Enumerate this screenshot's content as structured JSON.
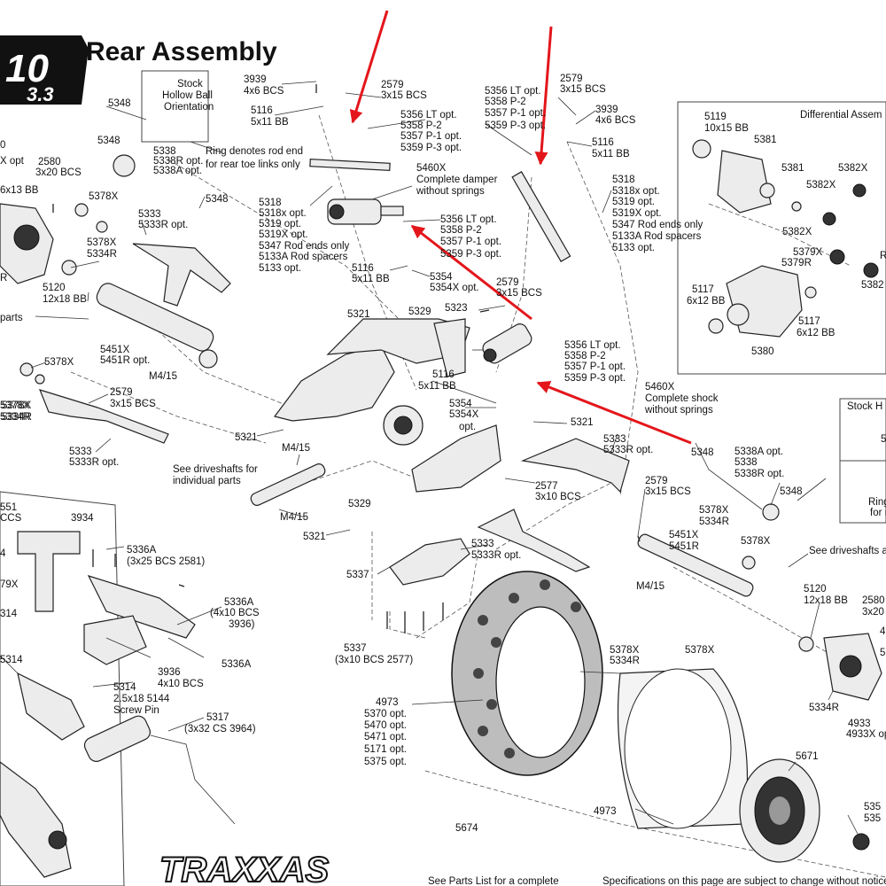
{
  "header": {
    "title": "Rear Assembly",
    "logo_lines": [
      "10",
      "3.3"
    ]
  },
  "callouts": [
    {
      "id": "c1",
      "lines": [
        "Stock",
        "Hollow Ball",
        "Orientation"
      ]
    },
    {
      "id": "c2",
      "lines": [
        "5338",
        "5338R opt.",
        "5338A opt."
      ]
    },
    {
      "id": "c3",
      "lines": [
        "Ring denotes rod end",
        "for rear toe links only"
      ]
    },
    {
      "id": "c4",
      "lines": [
        "5348"
      ]
    },
    {
      "id": "c5",
      "lines": [
        "5348"
      ]
    },
    {
      "id": "c6",
      "lines": [
        "3939",
        "4x6 BCS"
      ]
    },
    {
      "id": "c7",
      "lines": [
        "5116",
        "5x11 BB"
      ]
    },
    {
      "id": "c8",
      "lines": [
        "2579",
        "3x15 BCS"
      ]
    },
    {
      "id": "c9",
      "lines": [
        "5356 LT opt.",
        "5358 P-2",
        "5357 P-1 opt.",
        "5359 P-3 opt."
      ]
    },
    {
      "id": "c10",
      "lines": [
        "2580",
        "3x20 BCS"
      ]
    },
    {
      "id": "c11",
      "lines": [
        "6x13 BB"
      ]
    },
    {
      "id": "c12",
      "lines": [
        "5378X"
      ]
    },
    {
      "id": "c13",
      "lines": [
        "5348"
      ]
    },
    {
      "id": "c14",
      "lines": [
        "5378X",
        "5334R"
      ]
    },
    {
      "id": "c15",
      "lines": [
        "5333",
        "5333R opt."
      ]
    },
    {
      "id": "c16",
      "lines": [
        "5318",
        "5318x opt.",
        "5319 opt.",
        "5319X opt.",
        "5347 Rod ends only",
        "5133A Rod spacers",
        "5133 opt."
      ]
    },
    {
      "id": "c17",
      "lines": [
        "5460X",
        "Complete damper",
        "without springs"
      ]
    },
    {
      "id": "c18",
      "lines": [
        "5356 LT opt.",
        "5358 P-2",
        "5357 P-1 opt.",
        "5359 P-3 opt."
      ]
    },
    {
      "id": "c19",
      "lines": [
        "5116",
        "5x11 BB"
      ]
    },
    {
      "id": "c20",
      "lines": [
        "5354",
        "5354X opt."
      ]
    },
    {
      "id": "c21",
      "lines": [
        "5356 LT opt.",
        "5358 P-2",
        "5357 P-1 opt.",
        "5359 P-3 opt."
      ]
    },
    {
      "id": "c22",
      "lines": [
        "2579",
        "3x15 BCS"
      ]
    },
    {
      "id": "c23",
      "lines": [
        "3939",
        "4x6 BCS"
      ]
    },
    {
      "id": "c24",
      "lines": [
        "5116",
        "5x11 BB"
      ]
    },
    {
      "id": "c25",
      "lines": [
        "5318",
        "5318x opt.",
        "5319 opt.",
        "5319X opt.",
        "5347 Rod ends only",
        "5133A Rod spacers",
        "5133 opt."
      ]
    },
    {
      "id": "c26",
      "lines": [
        "5120",
        "12x18 BB"
      ]
    },
    {
      "id": "c27",
      "lines": [
        "parts"
      ]
    },
    {
      "id": "c28",
      "lines": [
        "5451X",
        "5451R opt."
      ]
    },
    {
      "id": "c29",
      "lines": [
        "M4/15"
      ]
    },
    {
      "id": "c30",
      "lines": [
        "5378X"
      ]
    },
    {
      "id": "c31",
      "lines": [
        "2579",
        "3x15 BCS"
      ]
    },
    {
      "id": "c32",
      "lines": [
        "5378X",
        "5334R"
      ]
    },
    {
      "id": "c33",
      "lines": [
        "5333",
        "5333R opt."
      ]
    },
    {
      "id": "c34",
      "lines": [
        "5321"
      ]
    },
    {
      "id": "c35",
      "lines": [
        "5329"
      ]
    },
    {
      "id": "c36",
      "lines": [
        "5323"
      ]
    },
    {
      "id": "c37",
      "lines": [
        "2579",
        "3x15 BCS"
      ]
    },
    {
      "id": "c38",
      "lines": [
        "5116",
        "5x11 BB"
      ]
    },
    {
      "id": "c39",
      "lines": [
        "5356 LT opt.",
        "5358 P-2",
        "5357 P-1 opt.",
        "5359 P-3 opt."
      ]
    },
    {
      "id": "c40",
      "lines": [
        "5354",
        "5354X",
        "opt."
      ]
    },
    {
      "id": "c41",
      "lines": [
        "5460X",
        "Complete shock",
        "without springs"
      ]
    },
    {
      "id": "c42",
      "lines": [
        "5321"
      ]
    },
    {
      "id": "c43",
      "lines": [
        "5321"
      ]
    },
    {
      "id": "c44",
      "lines": [
        "M4/15"
      ]
    },
    {
      "id": "c45",
      "lines": [
        "5333",
        "5333R opt."
      ]
    },
    {
      "id": "c46",
      "lines": [
        "5348"
      ]
    },
    {
      "id": "c47",
      "lines": [
        "5338A opt.",
        "5338",
        "5338R opt."
      ]
    },
    {
      "id": "c48",
      "lines": [
        "See driveshafts for",
        "individual parts"
      ]
    },
    {
      "id": "c49",
      "lines": [
        "M4/15"
      ]
    },
    {
      "id": "c50",
      "lines": [
        "5329"
      ]
    },
    {
      "id": "c51",
      "lines": [
        "2577",
        "3x10 BCS"
      ]
    },
    {
      "id": "c52",
      "lines": [
        "2579",
        "3x15 BCS"
      ]
    },
    {
      "id": "c53",
      "lines": [
        "5348"
      ]
    },
    {
      "id": "c54",
      "lines": [
        "5321"
      ]
    },
    {
      "id": "c55",
      "lines": [
        "5378X",
        "5334R"
      ]
    },
    {
      "id": "c56",
      "lines": [
        "5451X",
        "5451R"
      ]
    },
    {
      "id": "c57",
      "lines": [
        "5378X"
      ]
    },
    {
      "id": "c58",
      "lines": [
        "5333",
        "5333R opt."
      ]
    },
    {
      "id": "c59",
      "lines": [
        "5337"
      ]
    },
    {
      "id": "c60",
      "lines": [
        "M4/15"
      ]
    },
    {
      "id": "c61",
      "lines": [
        "See driveshafts as"
      ]
    },
    {
      "id": "c62",
      "lines": [
        "5120",
        "12x18 BB"
      ]
    },
    {
      "id": "c63",
      "lines": [
        "2580",
        "3x20"
      ]
    },
    {
      "id": "c64",
      "lines": [
        "5337",
        "(3x10 BCS 2577)"
      ]
    },
    {
      "id": "c65",
      "lines": [
        "5378X",
        "5334R"
      ]
    },
    {
      "id": "c66",
      "lines": [
        "5378X"
      ]
    },
    {
      "id": "c67",
      "lines": [
        "5334R"
      ]
    },
    {
      "id": "c68",
      "lines": [
        "4933",
        "4933X op"
      ]
    },
    {
      "id": "c69",
      "lines": [
        "4973",
        "5370 opt.",
        "5470 opt.",
        "5471 opt.",
        "5171 opt.",
        "5375 opt."
      ]
    },
    {
      "id": "c70",
      "lines": [
        "5671"
      ]
    },
    {
      "id": "c71",
      "lines": [
        "4973"
      ]
    },
    {
      "id": "c72",
      "lines": [
        "5674"
      ]
    },
    {
      "id": "c73",
      "lines": [
        "535",
        "535"
      ]
    },
    {
      "id": "c74",
      "lines": [
        "Differential Assem"
      ]
    },
    {
      "id": "c75",
      "lines": [
        "5119",
        "10x15 BB"
      ]
    },
    {
      "id": "c76",
      "lines": [
        "5381"
      ]
    },
    {
      "id": "c77",
      "lines": [
        "5381"
      ]
    },
    {
      "id": "c78",
      "lines": [
        "5382X"
      ]
    },
    {
      "id": "c79",
      "lines": [
        "5382X"
      ]
    },
    {
      "id": "c80",
      "lines": [
        "5382X"
      ]
    },
    {
      "id": "c81",
      "lines": [
        "5379X",
        "5379R"
      ]
    },
    {
      "id": "c82",
      "lines": [
        "5382"
      ]
    },
    {
      "id": "c83",
      "lines": [
        "5117",
        "6x12 BB"
      ]
    },
    {
      "id": "c84",
      "lines": [
        "5117",
        "6x12 BB"
      ]
    },
    {
      "id": "c85",
      "lines": [
        "5380"
      ]
    },
    {
      "id": "c86",
      "lines": [
        "Stock H"
      ]
    },
    {
      "id": "c87",
      "lines": [
        "5"
      ]
    },
    {
      "id": "c88",
      "lines": [
        "Ring",
        "for r"
      ]
    },
    {
      "id": "c89",
      "lines": [
        "551",
        "CCS"
      ]
    },
    {
      "id": "c90",
      "lines": [
        "3934"
      ]
    },
    {
      "id": "c91",
      "lines": [
        "5336A",
        "(3x25 BCS 2581)"
      ]
    },
    {
      "id": "c92",
      "lines": [
        "4"
      ]
    },
    {
      "id": "c93",
      "lines": [
        "79X"
      ]
    },
    {
      "id": "c94",
      "lines": [
        "5336A",
        "(4x10 BCS",
        "3936)"
      ]
    },
    {
      "id": "c95",
      "lines": [
        "314"
      ]
    },
    {
      "id": "c96",
      "lines": [
        "5336A"
      ]
    },
    {
      "id": "c97",
      "lines": [
        "5314"
      ]
    },
    {
      "id": "c98",
      "lines": [
        "3936",
        "4x10 BCS"
      ]
    },
    {
      "id": "c99",
      "lines": [
        "5314",
        "2.5x18 5144",
        "Screw Pin"
      ]
    },
    {
      "id": "c100",
      "lines": [
        "5317",
        "(3x32 CS 3964)"
      ]
    },
    {
      "id": "c101",
      "lines": [
        "4"
      ]
    },
    {
      "id": "c102",
      "lines": [
        "5"
      ]
    },
    {
      "id": "c103",
      "lines": [
        "R"
      ]
    },
    {
      "id": "c104",
      "lines": [
        "0",
        "X opt"
      ]
    },
    {
      "id": "c105",
      "lines": [
        "R"
      ]
    },
    {
      "id": "c106",
      "lines": [
        "5378X",
        "5334R"
      ]
    }
  ],
  "footer": {
    "brand": "TRAXXAS",
    "parts_note": "See Parts List for a complete",
    "spec_note": "Specifications on this page are subject to change without notice. (1"
  }
}
